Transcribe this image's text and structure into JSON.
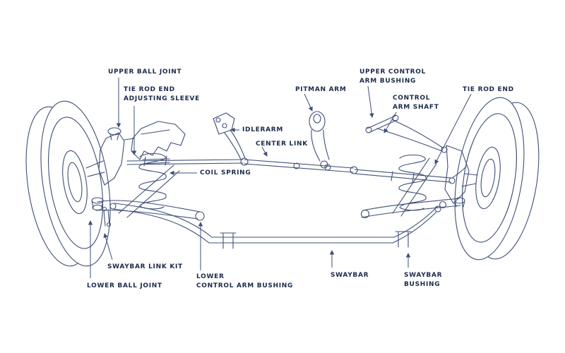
{
  "diagram": {
    "line_color": "#3f4f77",
    "label_color": "#1b2a4a",
    "background": "#ffffff",
    "labels": {
      "upper_ball_joint": "UPPER BALL JOINT",
      "tie_rod_end_adjusting_sleeve": "TIE ROD END\nADJUSTING SLEEVE",
      "pitman_arm": "PITMAN ARM",
      "upper_control_arm_bushing": "UPPER CONTROL\nARM BUSHING",
      "tie_rod_end_right": "TIE ROD END",
      "control_arm_shaft": "CONTROL\nARM SHAFT",
      "idler_arm": "IDLERARM",
      "center_link": "CENTER LINK",
      "coil_spring": "COIL SPRING",
      "swaybar_link_kit": "SWAYBAR LINK KIT",
      "lower_ball_joint": "LOWER BALL JOINT",
      "lower_control_arm_bushing": "LOWER\nCONTROL ARM BUSHING",
      "swaybar": "SWAYBAR",
      "swaybar_bushing": "SWAYBAR\nBUSHING"
    }
  }
}
